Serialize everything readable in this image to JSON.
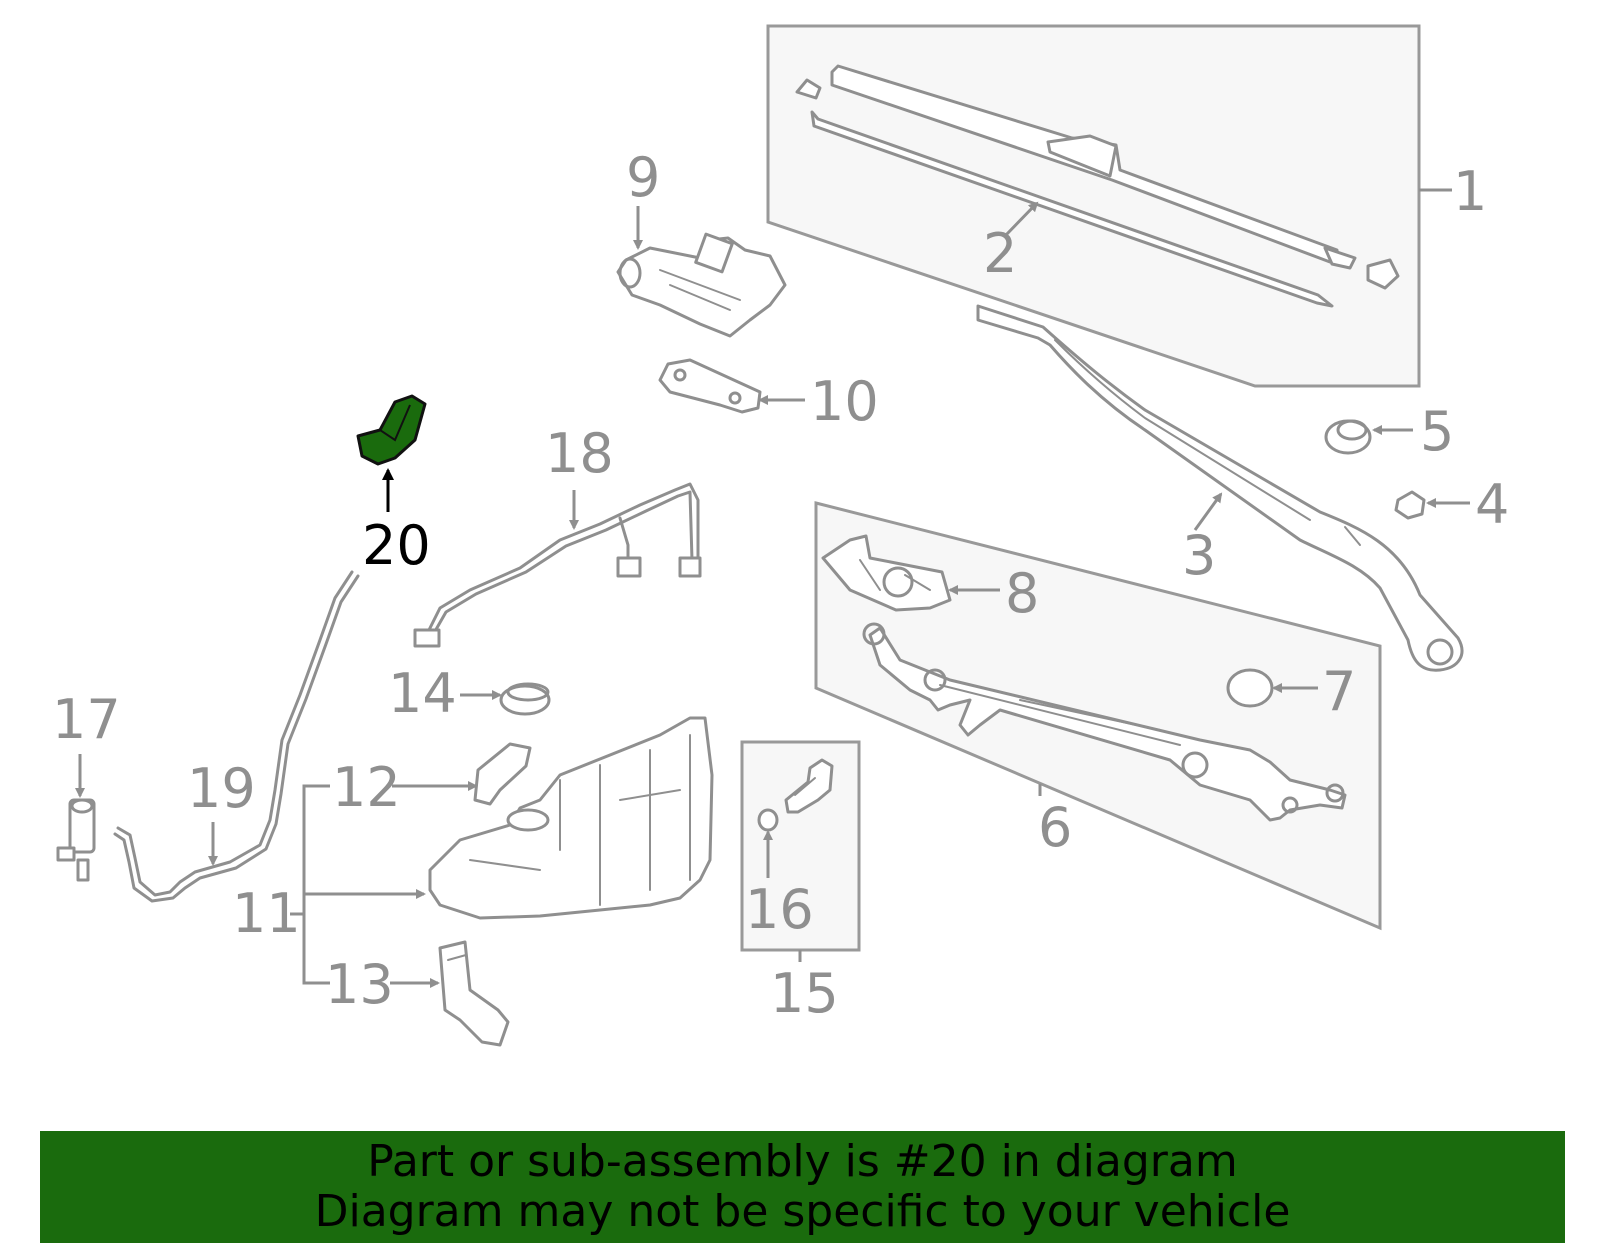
{
  "diagram": {
    "highlighted_part": "20",
    "colors": {
      "highlight": "#1a6b0d",
      "banner": "#1a6b0d",
      "parts": "#8f8f8f",
      "panel": "#f7f7f7"
    },
    "callouts": {
      "p1": "1",
      "p2": "2",
      "p3": "3",
      "p4": "4",
      "p5": "5",
      "p6": "6",
      "p7": "7",
      "p8": "8",
      "p9": "9",
      "p10": "10",
      "p11": "11",
      "p12": "12",
      "p13": "13",
      "p14": "14",
      "p15": "15",
      "p16": "16",
      "p17": "17",
      "p18": "18",
      "p19": "19",
      "p20": "20"
    }
  },
  "banner": {
    "line1": "Part or sub-assembly is #20 in diagram",
    "line2": "Diagram may not be specific to your vehicle"
  }
}
